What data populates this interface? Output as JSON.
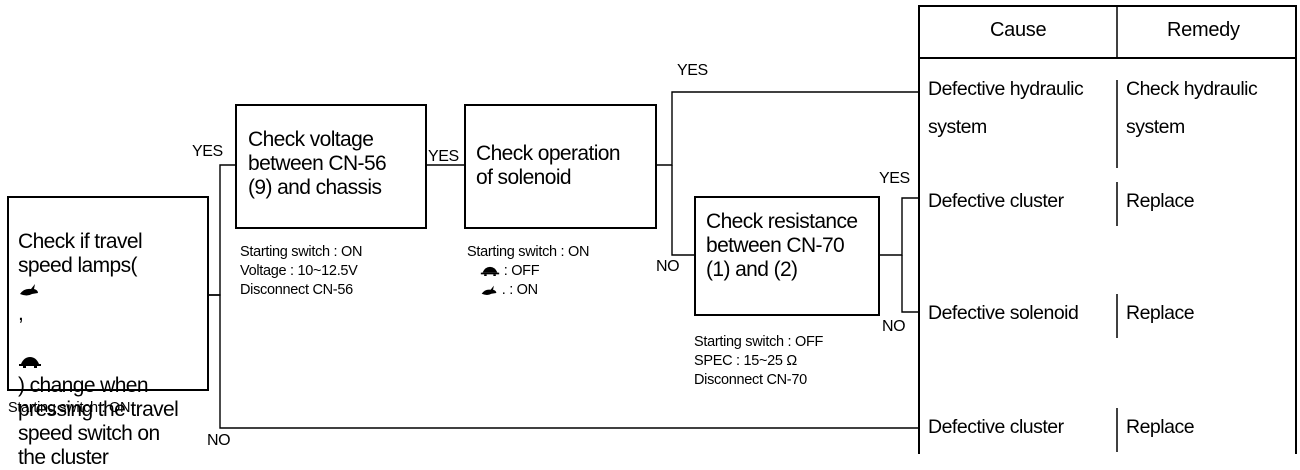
{
  "boxes": {
    "start": "Check if travel\nspeed lamps(",
    "start_comma": ",",
    "start_rest": ") change when\npressing the travel\nspeed switch on\nthe cluster",
    "voltage": "Check voltage\nbetween CN-56\n(9) and chassis",
    "operation": "Check operation\nof solenoid",
    "resistance": "Check resistance\nbetween CN-70\n(1) and (2)"
  },
  "notes": {
    "start": "Starting switch : ON",
    "voltage": [
      "Starting switch : ON",
      "Voltage : 10~12.5V",
      "Disconnect CN-56"
    ],
    "operation_1": "Starting switch : ON",
    "operation_2": ": OFF",
    "operation_3": ". : ON",
    "resistance": [
      "Starting switch : OFF",
      "SPEC : 15~25 Ω",
      "Disconnect CN-70"
    ]
  },
  "labels": {
    "yes_voltage": "YES",
    "yes_operation": "YES",
    "yes_top": "YES",
    "yes_cluster": "YES",
    "no_resistance": "NO",
    "no_solenoid": "NO",
    "no_bottom": "NO"
  },
  "table": {
    "header_cause": "Cause",
    "header_remedy": "Remedy",
    "rows": [
      {
        "cause": "Defective hydraulic\nsystem",
        "remedy": "Check hydraulic\nsystem"
      },
      {
        "cause": "Defective cluster",
        "remedy": "Replace"
      },
      {
        "cause": "Defective solenoid",
        "remedy": "Replace"
      },
      {
        "cause": "Defective cluster",
        "remedy": "Replace"
      }
    ]
  },
  "icons": {
    "high_speed": "rabbit-icon",
    "low_speed": "turtle-icon"
  }
}
